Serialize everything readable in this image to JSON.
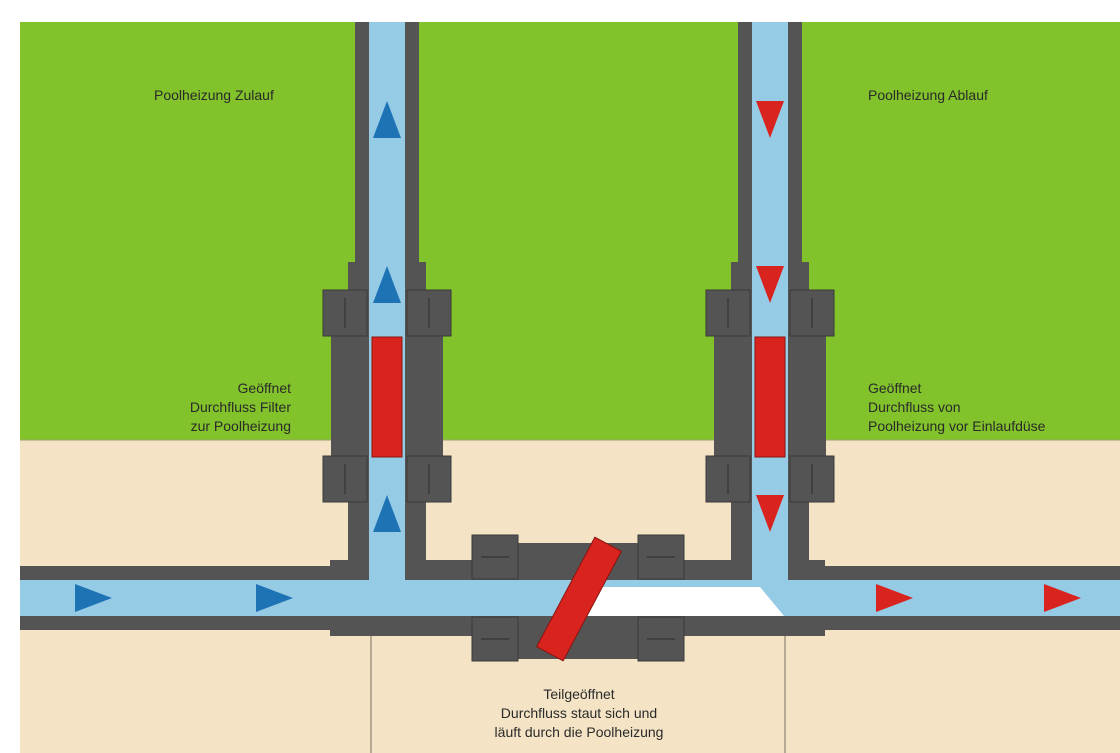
{
  "colors": {
    "grass": "#82c22b",
    "sand": "#f4e4c5",
    "pipe_wall": "#545454",
    "water": "#96cbe6",
    "valve_red": "#d9231e",
    "arrow_blue": "#1e73b5",
    "arrow_red": "#d9231e",
    "open_gap": "#ffffff",
    "label_text": "#2a2a2a"
  },
  "labels": {
    "inlet": "Poolheizung Zulauf",
    "outlet": "Poolheizung Ablauf",
    "left_valve": [
      "Geöffnet",
      "Durchfluss Filter",
      "zur Poolheizung"
    ],
    "right_valve": [
      "Geöffnet",
      "Durchfluss von",
      "Poolheizung vor Einlaufdüse"
    ],
    "bypass_valve": [
      "Teilgeöffnet",
      "Durchfluss staut sich und",
      "läuft durch die Poolheizung"
    ]
  },
  "valves": [
    {
      "name": "inlet-valve",
      "state": "open"
    },
    {
      "name": "outlet-valve",
      "state": "open"
    },
    {
      "name": "bypass-valve",
      "state": "partially-open"
    }
  ],
  "flow_arrows": [
    {
      "name": "main-inflow",
      "color": "blue",
      "direction": "right"
    },
    {
      "name": "riser-up",
      "color": "blue",
      "direction": "up"
    },
    {
      "name": "return-down",
      "color": "red",
      "direction": "down"
    },
    {
      "name": "main-outflow",
      "color": "red",
      "direction": "right"
    }
  ]
}
